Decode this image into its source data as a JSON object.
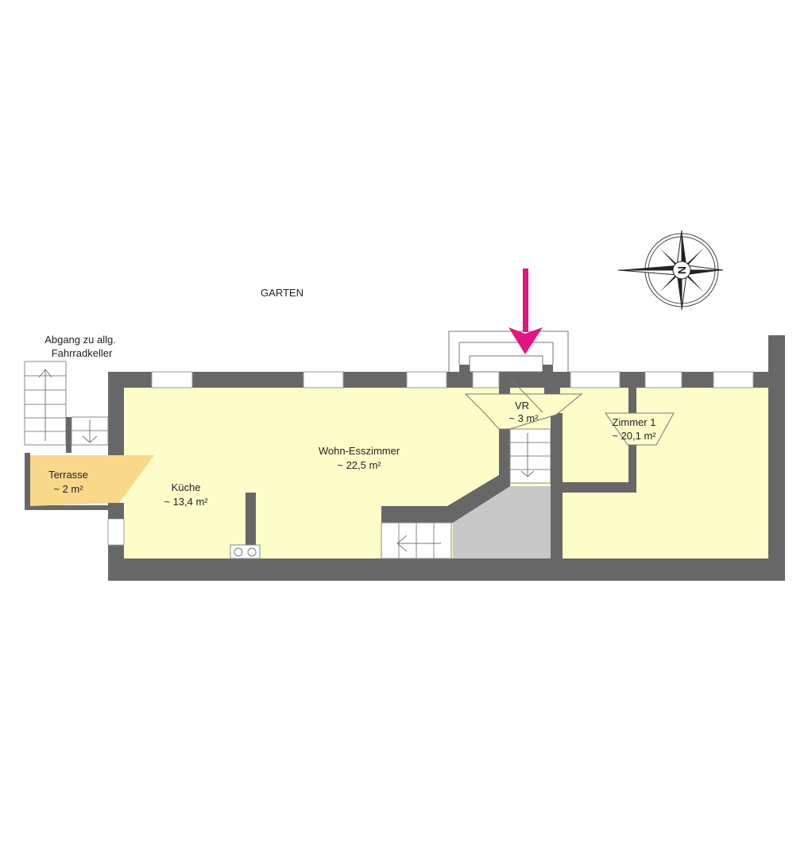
{
  "labels": {
    "garden": "GARTEN",
    "stair_access_line1": "Abgang zu allg.",
    "stair_access_line2": "Fahrradkeller"
  },
  "rooms": [
    {
      "name": "Terrasse",
      "area": "~ 2 m²"
    },
    {
      "name": "Küche",
      "area": "~ 13,4 m²"
    },
    {
      "name": "Wohn-Esszimmer",
      "area": "~ 22,5 m²"
    },
    {
      "name": "VR",
      "area": "~ 3 m²"
    },
    {
      "name": "Zimmer 1",
      "area": "~ 20,1 m²"
    }
  ],
  "compass": {
    "letter": "N"
  },
  "colors": {
    "wall": "#676767",
    "room": "#fdfdca",
    "terrace": "#f8d88a",
    "entrance_arrow": "#e0157f",
    "stairwell": "#c8c8c8"
  }
}
